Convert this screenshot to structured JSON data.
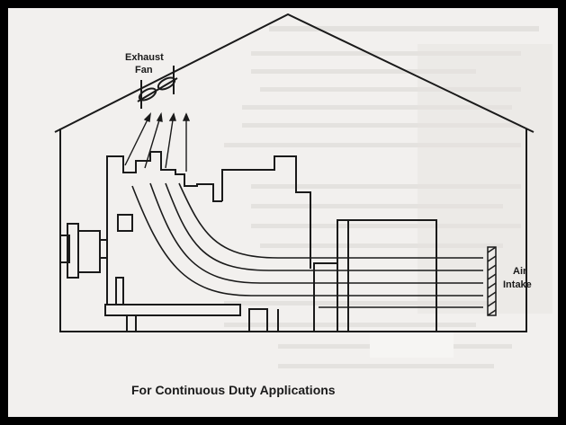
{
  "figure": {
    "exhaust_label_line1": "Exhaust",
    "exhaust_label_line2": "Fan",
    "intake_label_line1": "Air",
    "intake_label_line2": "Intake",
    "caption": "For Continuous Duty Applications"
  },
  "colors": {
    "frame": "#000000",
    "paper": "#f2f0ee",
    "ink": "#1a1a1a",
    "show_through": "#cfccc8"
  }
}
